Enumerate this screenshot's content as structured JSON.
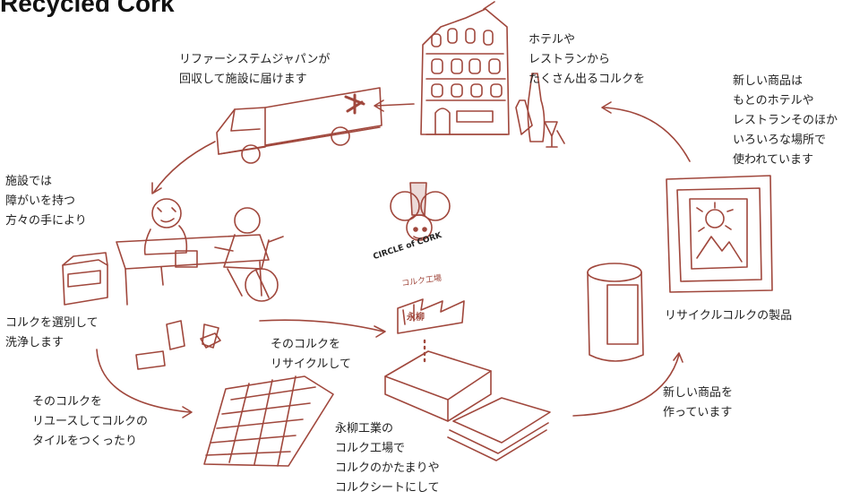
{
  "title": "Recycled Cork",
  "colors": {
    "ink": "#a0473c",
    "text": "#222222"
  },
  "logo": {
    "text": "CIRCLE of CORK"
  },
  "factory_sign": "コルク工場",
  "factory_roof": "永柳",
  "steps": {
    "collect": [
      "ホテルや",
      "レストランから",
      "たくさん出るコルクを"
    ],
    "deliver": [
      "リファーシステムジャパンが",
      "回収して施設に届けます"
    ],
    "facility": [
      "施設では",
      "障がいを持つ",
      "方々の手により"
    ],
    "sort": [
      "コルクを選別して",
      "洗浄します"
    ],
    "reuse": [
      "そのコルクを",
      "リユースしてコルクの",
      "タイルをつくったり"
    ],
    "recycle": [
      "そのコルクを",
      "リサイクルして"
    ],
    "factory": [
      "永柳工業の",
      "コルク工場で",
      "コルクのかたまりや",
      "コルクシートにして"
    ],
    "make": [
      "新しい商品を",
      "作っています"
    ],
    "product": [
      "リサイクルコルクの製品"
    ],
    "used": [
      "新しい商品は",
      "もとのホテルや",
      "レストランそのほか",
      "いろいろな場所で",
      "使われています"
    ]
  }
}
